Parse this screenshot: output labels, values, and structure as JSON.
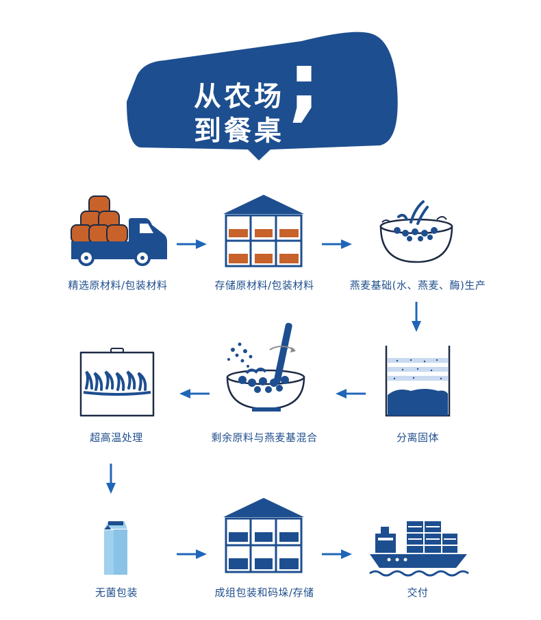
{
  "banner": {
    "line1": "从农场",
    "line2": "到餐桌",
    "mark": ";"
  },
  "colors": {
    "navy": "#1d4e8f",
    "arrow": "#1f66b8",
    "orange": "#c8622b",
    "milk": "#9fd0ee",
    "label": "#1f4e8c"
  },
  "steps": [
    {
      "id": "select",
      "label": "精选原材料/包装材料",
      "icon": "truck-with-sacks-icon"
    },
    {
      "id": "store-raw",
      "label": "存储原材料/包装材料",
      "icon": "warehouse-orange-icon"
    },
    {
      "id": "oat-base",
      "label": "燕麦基础(水、燕麦、酶)生产",
      "icon": "mixing-bowl-icon"
    },
    {
      "id": "separate",
      "label": "分离固体",
      "icon": "separation-tank-icon"
    },
    {
      "id": "mix",
      "label": "剩余原料与燕麦基混合",
      "icon": "stirring-bowl-icon"
    },
    {
      "id": "uht",
      "label": "超高温处理",
      "icon": "heating-tank-icon"
    },
    {
      "id": "aseptic",
      "label": "无菌包装",
      "icon": "carton-icon"
    },
    {
      "id": "palletize",
      "label": "成组包装和码垛/存储",
      "icon": "warehouse-navy-icon"
    },
    {
      "id": "deliver",
      "label": "交付",
      "icon": "cargo-ship-icon"
    }
  ]
}
